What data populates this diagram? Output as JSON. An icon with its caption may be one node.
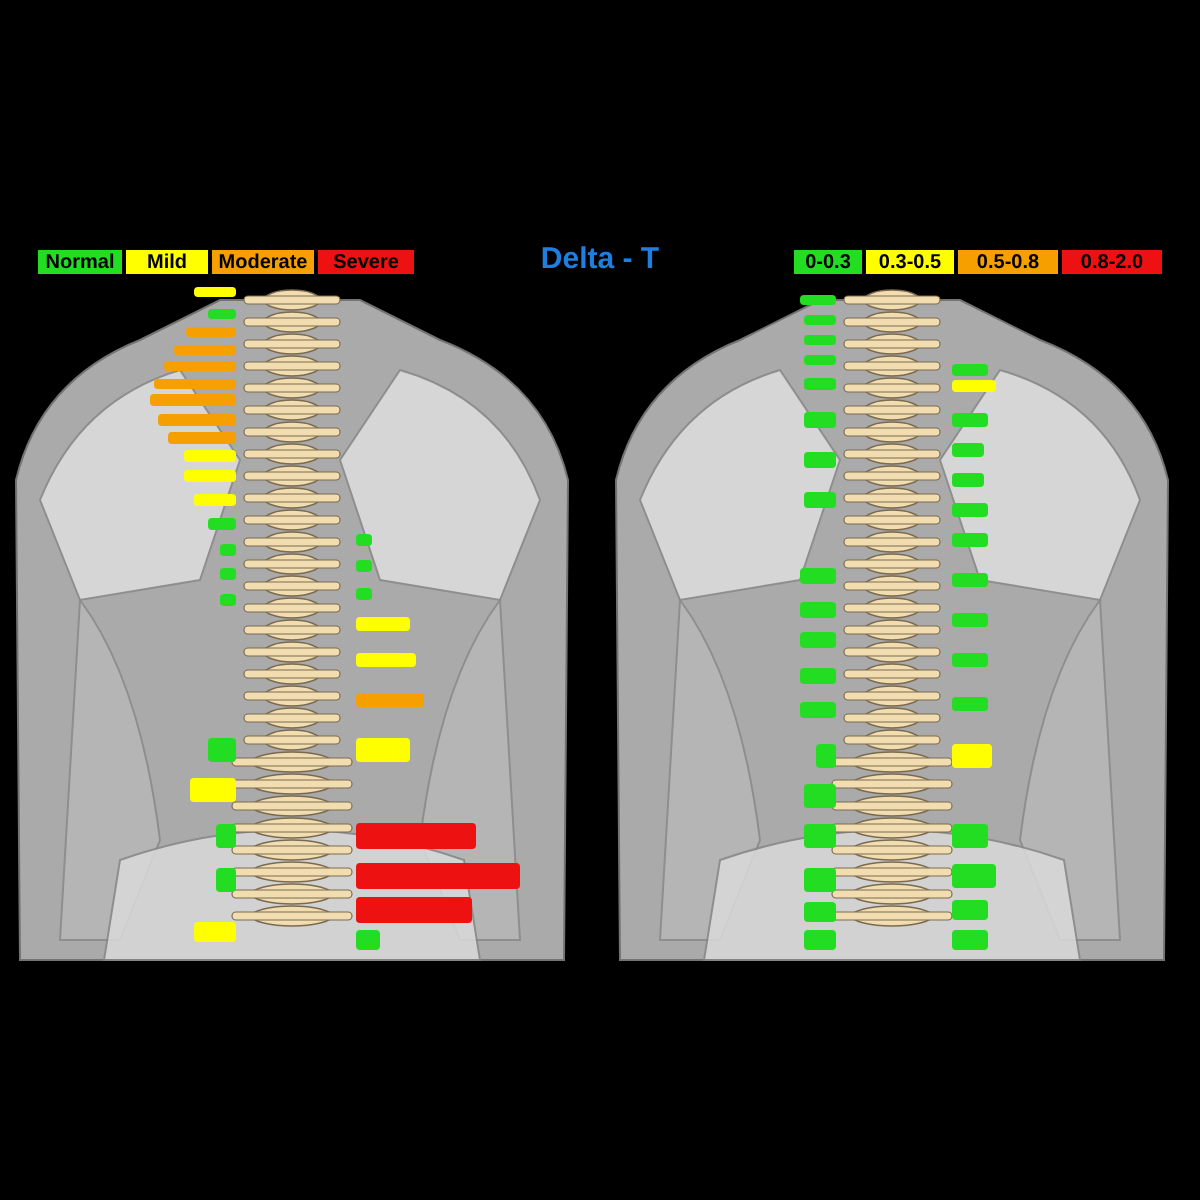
{
  "diagram": {
    "title": "Delta - T",
    "legend": [
      {
        "text": "Normal",
        "color": "#22dd22"
      },
      {
        "text": "Mild",
        "color": "#ffff00"
      },
      {
        "text": "Moderate",
        "color": "#f5a000"
      },
      {
        "text": "Severe",
        "color": "#ee1111"
      },
      {
        "text": "0-0.3",
        "color": "#22dd22"
      },
      {
        "text": "0.3-0.5",
        "color": "#ffff00"
      },
      {
        "text": "0.5-0.8",
        "color": "#f5a000"
      },
      {
        "text": "0.8-2.0",
        "color": "#ee1111"
      }
    ]
  }
}
